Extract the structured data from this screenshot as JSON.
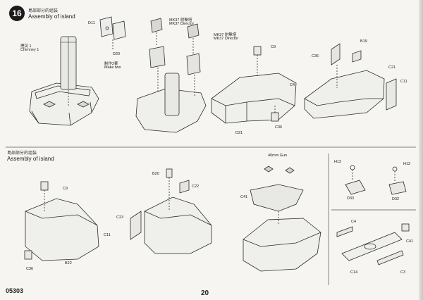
{
  "header": {
    "step_number": "16",
    "title_cn": "島部部分的组装",
    "title_en": "Assembly of island"
  },
  "lower_section": {
    "title_cn": "島部部分的组装",
    "title_en": "Assembly of island"
  },
  "labels": {
    "chimney_cn": "煙突 1",
    "chimney_en": "Chimney 1",
    "d11": "D11",
    "d20": "D20",
    "make_two_cn": "制作2套",
    "make_two_en": "Make two",
    "mk37_cn": "MK37 射擊塔",
    "mk37_en": "MK37 Director",
    "mk37_cn_b": "MK37 射擊塔",
    "mk37_en_b": "MK37 Director",
    "c9_top": "C9",
    "c4_top": "C4",
    "d21_top": "D21",
    "c36_top": "C36",
    "c36_top2": "C36",
    "b19_top": "B19",
    "c21_top": "C21",
    "c11_top": "C11",
    "c9_low": "C9",
    "c36_low": "C36",
    "b22_low": "B22",
    "b20_low": "B20",
    "c22_low": "C22",
    "c23_low": "C23",
    "c11_low": "C11",
    "gun_label": "40mm Gun",
    "c41_low": "C41",
    "h12_a": "H12",
    "h12_b": "H12",
    "d33": "D33",
    "d32": "D32",
    "c4_r": "C4",
    "c41_r": "C41",
    "c14_r": "C14",
    "c3_r": "C3"
  },
  "footer": {
    "code": "05303",
    "page": "20"
  }
}
